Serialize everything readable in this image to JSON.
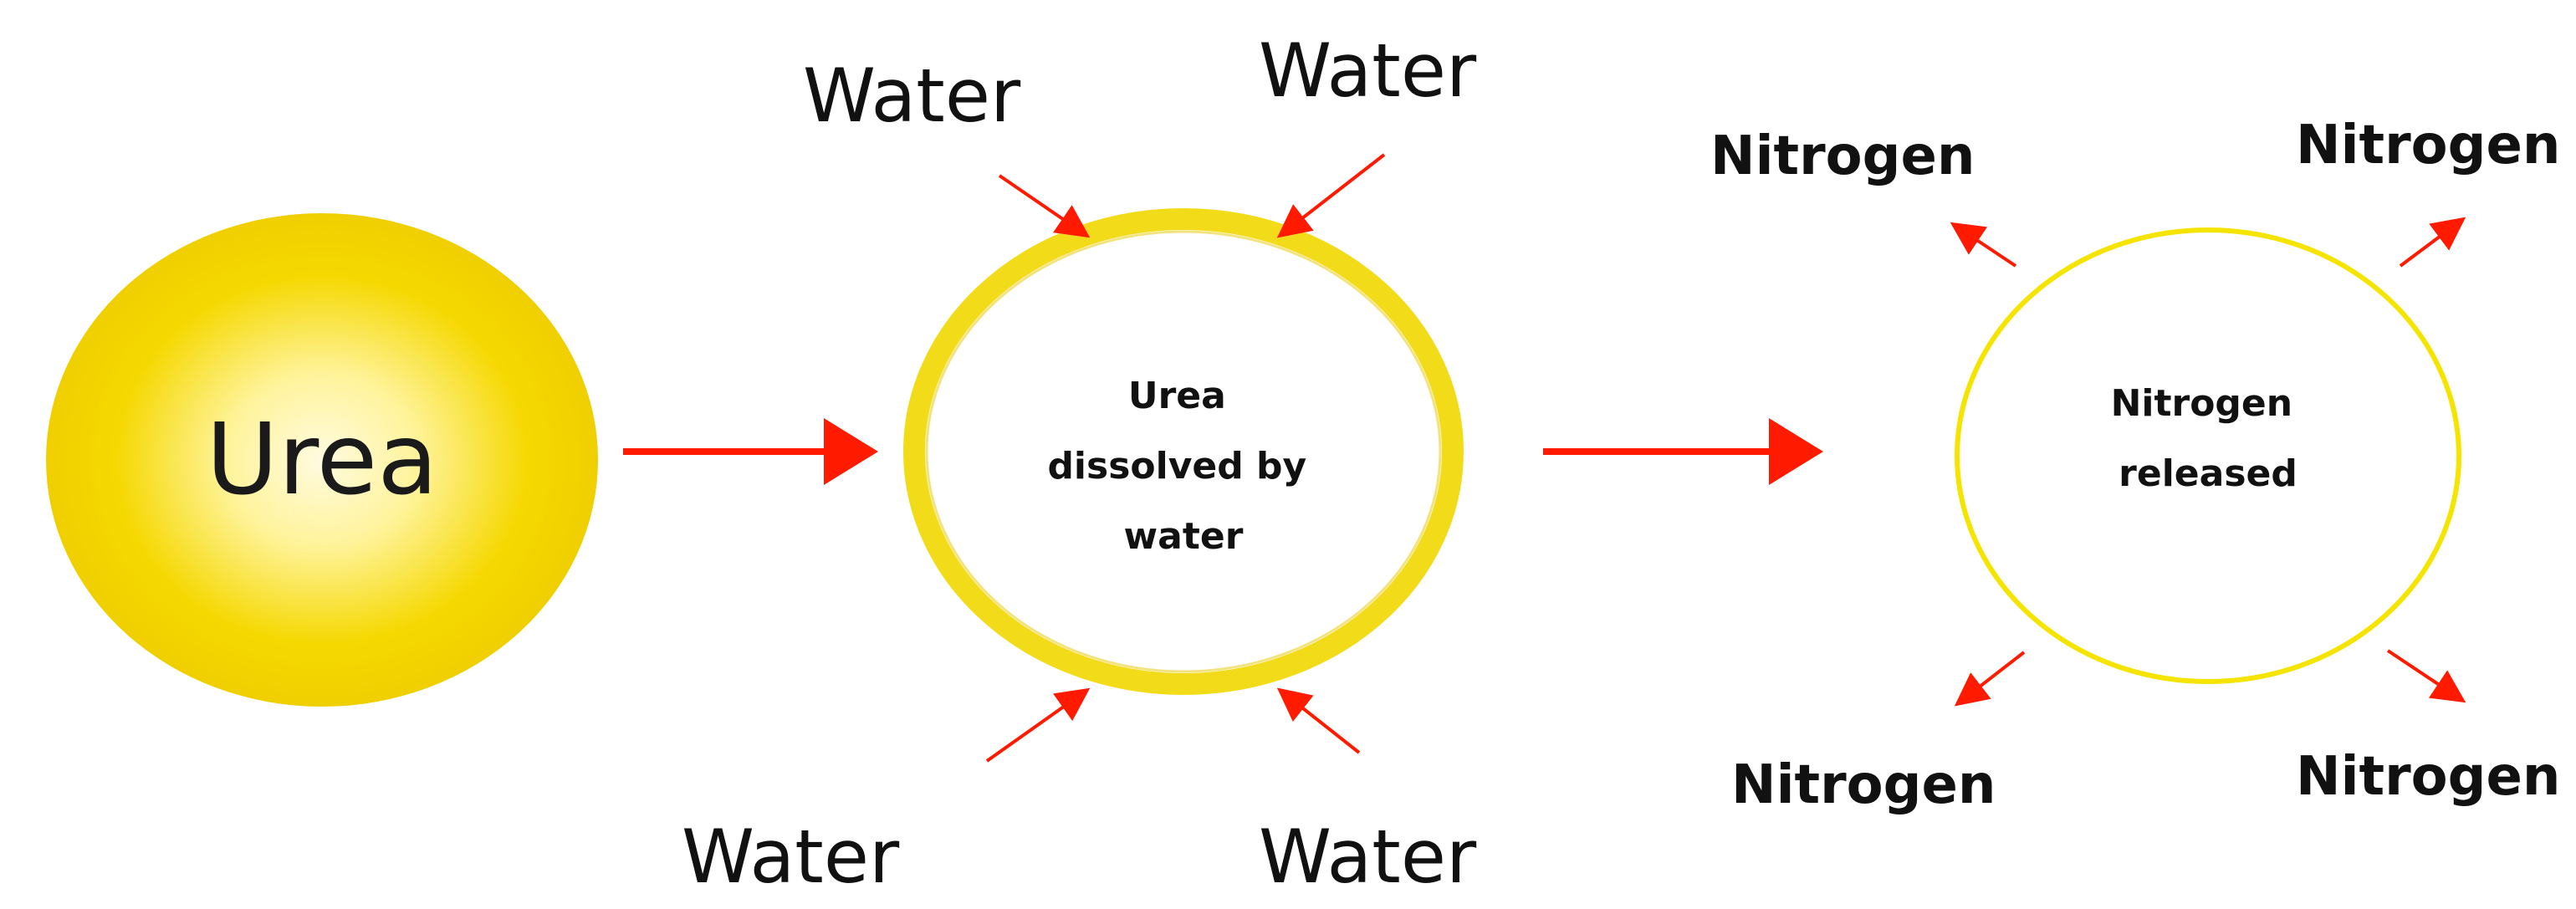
{
  "diagram": {
    "colors": {
      "urea_center": "#fffbe0",
      "urea_edge": "#f5d800",
      "ring": "#f2dc1a",
      "arrow": "#ff1a00",
      "text": "#111111"
    },
    "stages": {
      "urea": {
        "label": "Urea"
      },
      "dissolved": {
        "lines": [
          "Urea",
          "dissolved by",
          "water"
        ]
      },
      "released": {
        "lines": [
          "Nitrogen",
          "released"
        ]
      }
    },
    "water_labels": [
      "Water",
      "Water",
      "Water",
      "Water"
    ],
    "nitrogen_labels": [
      "Nitrogen",
      "Nitrogen",
      "Nitrogen",
      "Nitrogen"
    ]
  }
}
